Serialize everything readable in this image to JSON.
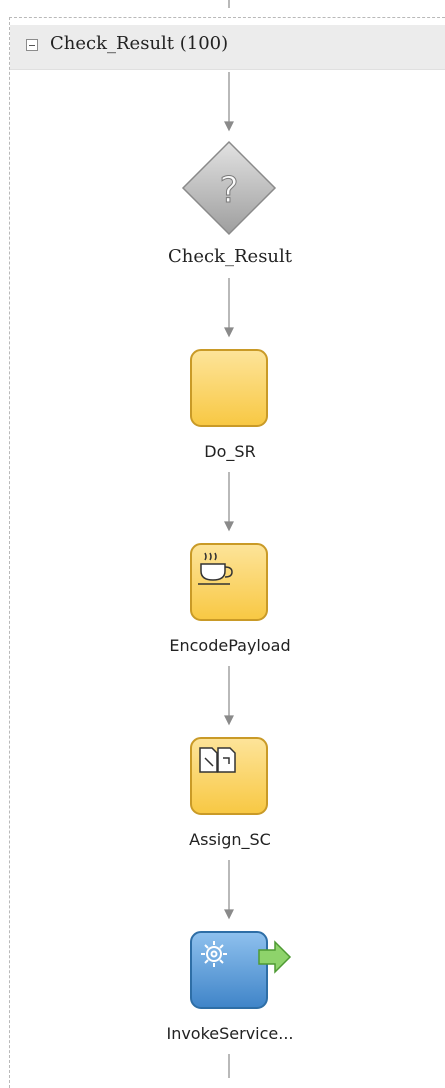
{
  "scope": {
    "title": "Check_Result (100)"
  },
  "nodes": [
    {
      "label": "Check_Result",
      "type": "switch",
      "icon": "question-mark-icon"
    },
    {
      "label": "Do_SR",
      "type": "sequence",
      "icon": ""
    },
    {
      "label": "EncodePayload",
      "type": "java-embedding",
      "icon": "coffee-cup-icon"
    },
    {
      "label": "Assign_SC",
      "type": "assign",
      "icon": "assign-icon"
    },
    {
      "label": "InvokeService...",
      "type": "invoke",
      "icon": "gear-icon"
    }
  ],
  "colors": {
    "activity_fill": "#fcd56c",
    "activity_border": "#c99a27",
    "invoke_fill": "#5b9bd5",
    "invoke_border": "#2e6ea6",
    "switch_fill": "#bdbdbd",
    "arrow_green": "#8ed36b",
    "connector": "#8a8a8a"
  }
}
